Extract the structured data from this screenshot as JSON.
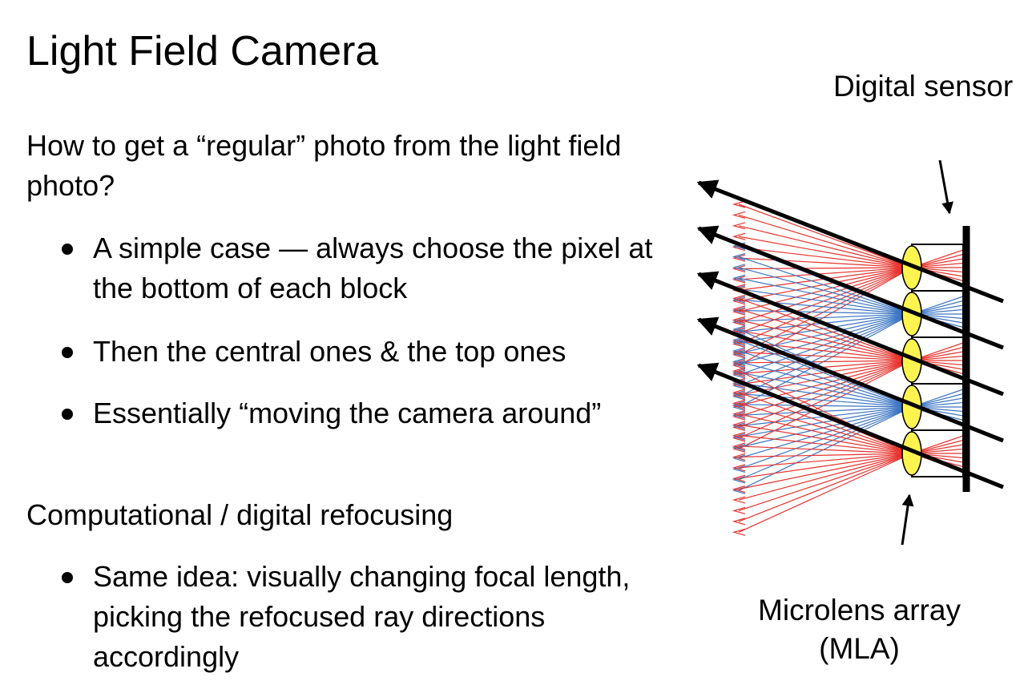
{
  "slide": {
    "title": "Light Field Camera",
    "question": "How to get a “regular” photo from the light field photo?",
    "bullets": [
      "A simple case — always choose the pixel at the bottom of each block",
      "Then the central ones & the top ones",
      "Essentially “moving the camera around”"
    ],
    "subheading": "Computational / digital refocusing",
    "sub_bullets": [
      "Same idea: visually changing focal length, picking the refocused ray directions accordingly"
    ]
  },
  "diagram": {
    "sensor_label": "Digital sensor",
    "mla_label": "Microlens array (MLA)",
    "lens_count": 5,
    "fan_colors": [
      "red",
      "blue",
      "red",
      "blue",
      "red"
    ],
    "colors": {
      "red_ray": "#e8332d",
      "blue_ray": "#3a75c4",
      "lens_fill": "#fff44f",
      "ray_arrow": "#000000"
    }
  }
}
